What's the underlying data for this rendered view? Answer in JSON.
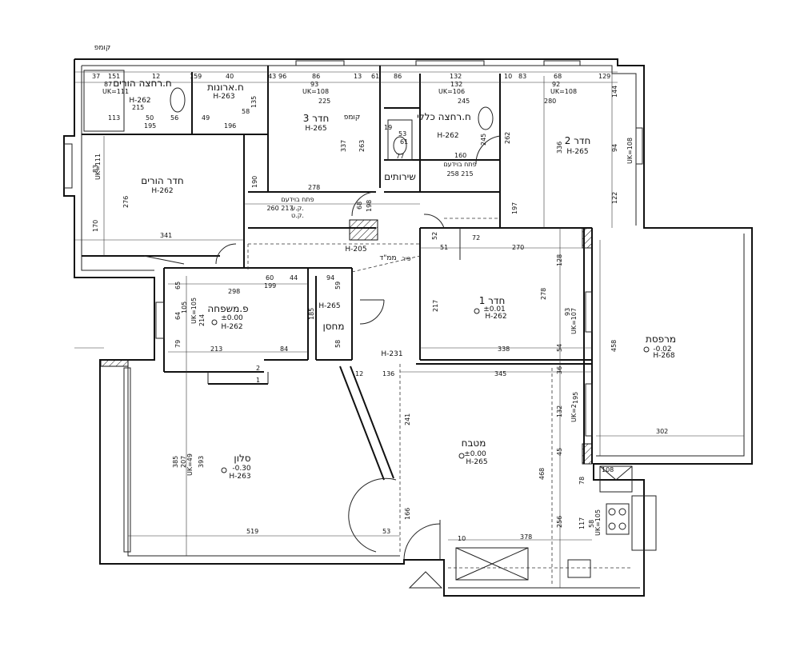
{
  "rooms": {
    "master_bath": {
      "name": "ח.רחצה הורים",
      "height": "H-262"
    },
    "closet": {
      "name": "ח.ארונות",
      "height": "H-263"
    },
    "room3": {
      "name": "חדר 3",
      "height": "H-265"
    },
    "general_bath": {
      "name": "ח.רחצה כללי",
      "height": "H-262"
    },
    "room2": {
      "name": "חדר 2",
      "height": "H-265"
    },
    "master_bedroom": {
      "name": "חדר הורים",
      "height": "H-262"
    },
    "family": {
      "name": "פ.משפחה",
      "level": "±0.00",
      "height": "H-262"
    },
    "storage": {
      "name": "מחסן",
      "height": "H-265"
    },
    "room1": {
      "name": "חדר 1",
      "level": "±0.01",
      "height": "H-262"
    },
    "balcony": {
      "name": "מרפסת",
      "level": "-0.02",
      "height": "H-268"
    },
    "salon": {
      "name": "סלון",
      "level": "-0.30",
      "height": "H-263"
    },
    "kitchen": {
      "name": "מטבח",
      "level": "±0.00",
      "height": "H-265"
    },
    "corridor": {
      "height_a": "H-205",
      "height_b": "H-231"
    },
    "services": {
      "name": "שירותים"
    },
    "shaft": {
      "name": "פיר"
    }
  },
  "labels": {
    "rm": "ממ\"ד",
    "shaft_top": "קומפ",
    "shaft_mid": "קומפ",
    "opening1": "פתח בוידעם",
    "opening1_dims": "260\n217",
    "kt1": "ק.ט.",
    "kt2": "ק.ע.",
    "opening2": "פתח בוידעם",
    "opening2_dims": "258\n215"
  },
  "uk_labels": [
    "UK=111",
    "UK=108",
    "UK=106",
    "UK=108",
    "UK=108",
    "UK=111",
    "UK=105",
    "UK=107",
    "UK=2",
    "UK=49",
    "UK=105"
  ],
  "dims": {
    "top": [
      "37",
      "151",
      "12",
      "159",
      "40",
      "43",
      "96",
      "86",
      "13",
      "61",
      "86",
      "132",
      "10",
      "83",
      "68",
      "129"
    ],
    "top2": [
      "87",
      "93",
      "225",
      "132",
      "245",
      "92",
      "280"
    ],
    "d215": "215",
    "d113": "113",
    "d50": "50",
    "d56": "56",
    "d49": "49",
    "d58": "58",
    "d195": "195",
    "d196": "196",
    "d135": "135",
    "d144": "144",
    "d53": "53",
    "d19": "19",
    "d61": "61",
    "d77": "77",
    "d160": "160",
    "d245": "245",
    "d262": "262",
    "d337": "337",
    "d263": "263",
    "d336": "336",
    "d278": "278",
    "d83": "83",
    "d276": "276",
    "d170": "170",
    "d341": "341",
    "d190": "190",
    "d94": "94",
    "d122": "122",
    "d68": "68",
    "d198": "198",
    "d197": "197",
    "d52": "52",
    "d51": "51",
    "d72": "72",
    "d270": "270",
    "d128": "128",
    "d60": "60",
    "d44": "44",
    "d94b": "94",
    "d298": "298",
    "d199": "199",
    "d59": "59",
    "d185": "185",
    "d65": "65",
    "d64": "64",
    "d214": "214",
    "d79": "79",
    "d213": "213",
    "d84": "84",
    "d58b": "58",
    "d217": "217",
    "d278b": "278",
    "d338": "338",
    "d458": "458",
    "d345": "345",
    "d136": "136",
    "d12": "12",
    "d2": "2",
    "d1": "1",
    "d36": "36",
    "d132": "132",
    "d195b": "195",
    "d302": "302",
    "d241": "241",
    "d385": "385",
    "d207": "207",
    "d393": "393",
    "d468": "468",
    "d45": "45",
    "d78": "78",
    "d108": "108",
    "d166": "166",
    "d256": "256",
    "d117": "117",
    "d58c": "58",
    "d519": "519",
    "d53b": "53",
    "d10": "10",
    "d378": "378",
    "d54": "54",
    "d93": "93",
    "d105": "105"
  }
}
